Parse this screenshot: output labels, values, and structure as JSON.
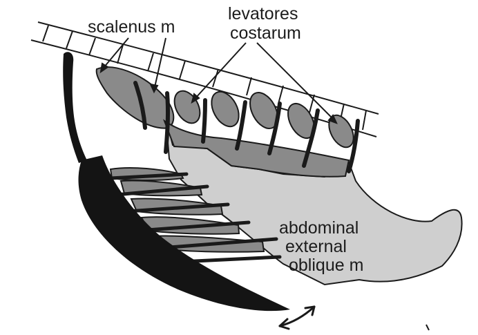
{
  "labels": {
    "scalenus": "scalenus m",
    "levatores_line1": "levatores",
    "levatores_line2": "costarum",
    "abdominal_line1": "abdominal",
    "abdominal_line2": "external",
    "abdominal_line3": "oblique m"
  },
  "colors": {
    "background": "#ffffff",
    "outline": "#1a1a1a",
    "muscle_dark_gray": "#8a8a8a",
    "muscle_light_gray": "#cfcfcf",
    "dark_muscle": "#141414"
  },
  "icons": {
    "movement_arrow": "double-headed-curved-arrow"
  }
}
